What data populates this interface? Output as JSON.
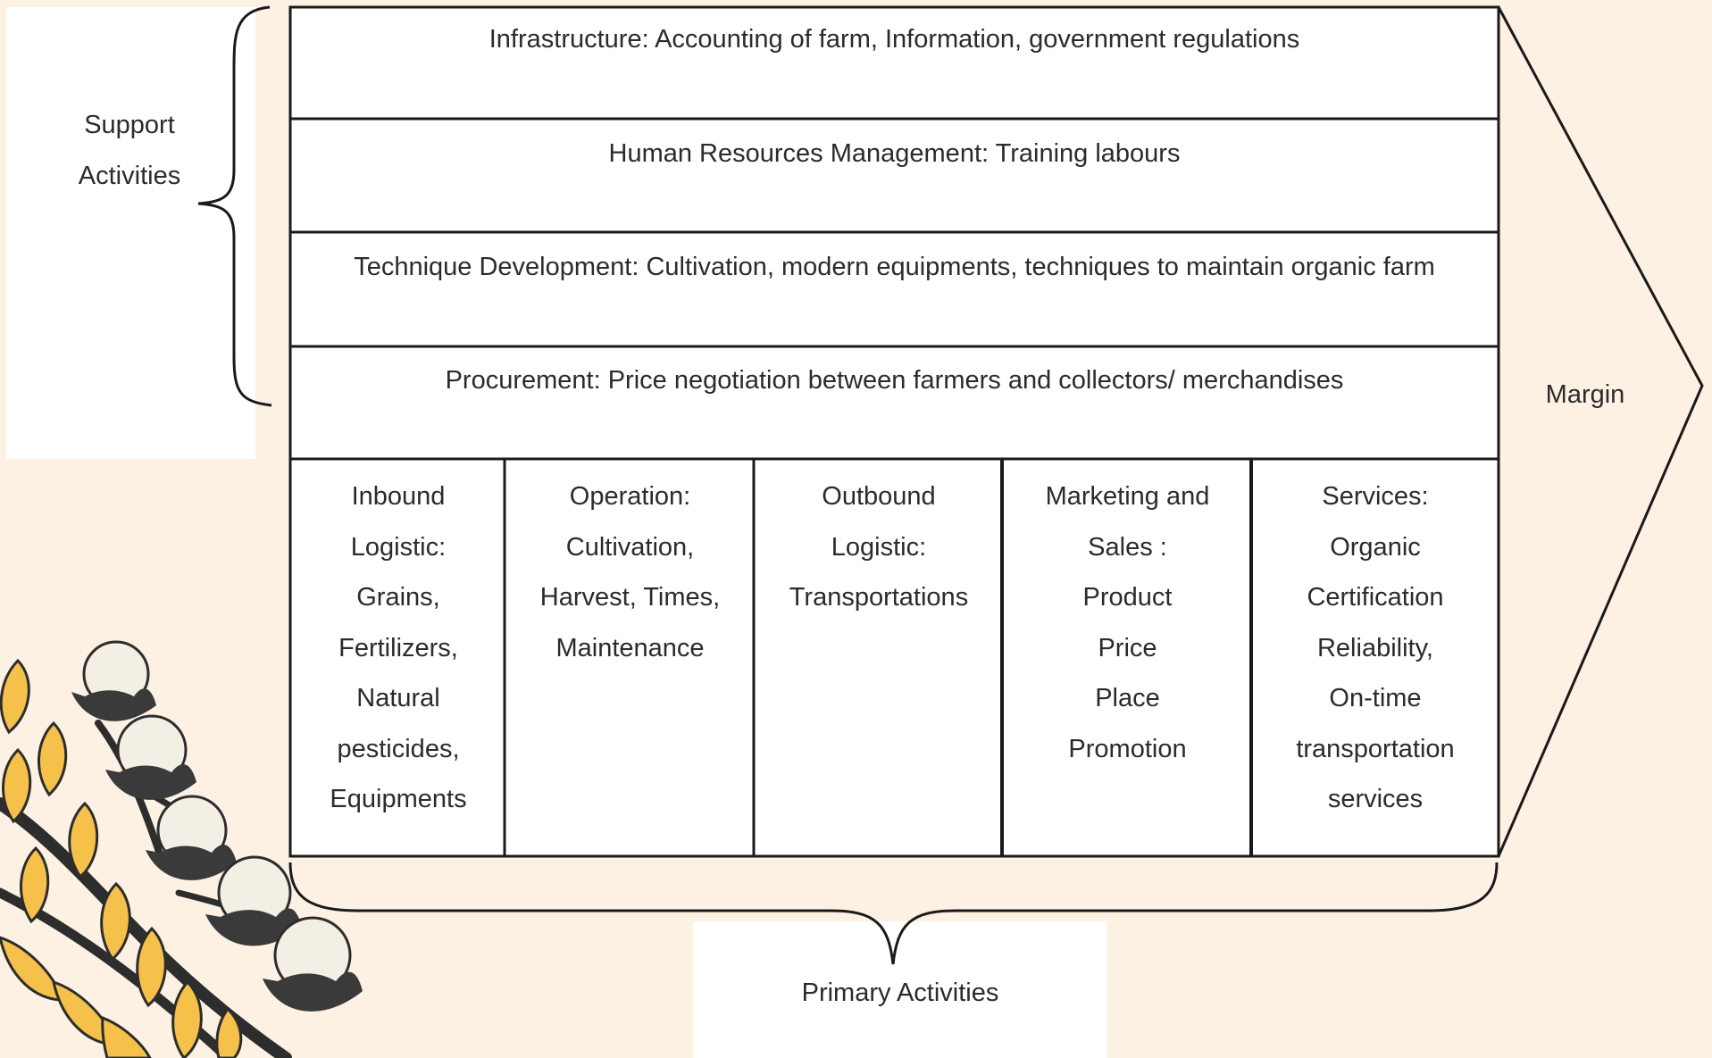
{
  "support_label": [
    "Support",
    "Activities"
  ],
  "primary_label": "Primary  Activities",
  "margin_label": "Margin",
  "support_activities": [
    "Infrastructure: Accounting of farm, Information, government  regulations",
    "Human Resources Management: Training labours",
    "Technique Development: Cultivation, modern equipments, techniques to maintain organic farm",
    "Procurement: Price negotiation between farmers and collectors/ merchandises"
  ],
  "primary_activities": [
    [
      "Inbound",
      "Logistic:",
      "Grains,",
      "Fertilizers,",
      "Natural",
      "pesticides,",
      "Equipments"
    ],
    [
      "Operation:",
      "Cultivation,",
      "Harvest, Times,",
      "Maintenance"
    ],
    [
      "Outbound",
      "Logistic:",
      "Transportations"
    ],
    [
      "Marketing and",
      "Sales :",
      "Product",
      "Price",
      "Place",
      "Promotion"
    ],
    [
      "Services:",
      "Organic",
      "Certification",
      "Reliability,",
      "On-time",
      "transportation",
      "services"
    ]
  ],
  "colors": {
    "background": "#fcf1e3",
    "card": "#ffffff",
    "line": "#1a1a1a",
    "leaf": "#f6c14a",
    "stem": "#2d2d2d",
    "flower_dark": "#3a3a3a",
    "flower_light": "#f4efe4"
  }
}
